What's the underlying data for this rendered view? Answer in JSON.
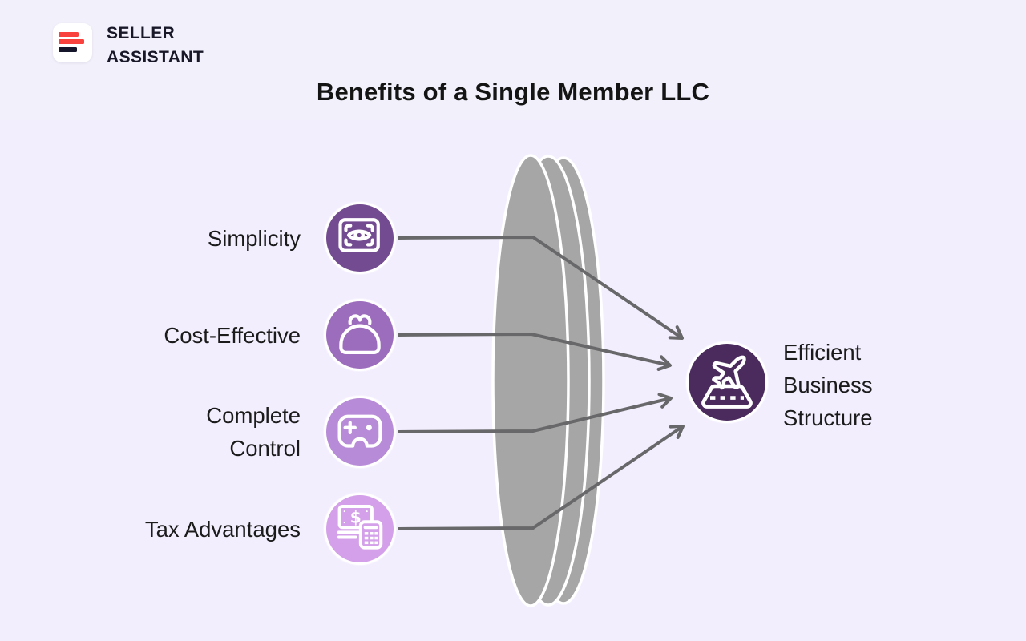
{
  "header": {
    "brand_line1": "SELLER",
    "brand_line2": "ASSISTANT",
    "title": "Benefits of a Single Member LLC"
  },
  "benefits": [
    {
      "label": "Simplicity",
      "icon": "scan-eye-icon",
      "circle_color": "#734b90"
    },
    {
      "label": "Cost-Effective",
      "icon": "coin-purse-icon",
      "circle_color": "#9d6dbd"
    },
    {
      "label": "Complete\nControl",
      "icon": "game-controller-icon",
      "circle_color": "#b78bd7"
    },
    {
      "label": "Tax Advantages",
      "icon": "money-calculator-icon",
      "circle_color": "#d4a0e9"
    }
  ],
  "outcome": {
    "label": "Efficient\nBusiness\nStructure",
    "icon": "plane-takeoff-icon",
    "circle_color": "#4b2b5e"
  },
  "colors": {
    "lens_gray": "#a6a6a6",
    "arrow_gray": "#68686a",
    "logo_red": "#f9423e",
    "logo_dark": "#15152c",
    "header_bg": "#f2f0fa",
    "body_bg": "#f3eefe",
    "icon_stroke": "#ffffff",
    "text": "#1b1b1b"
  }
}
